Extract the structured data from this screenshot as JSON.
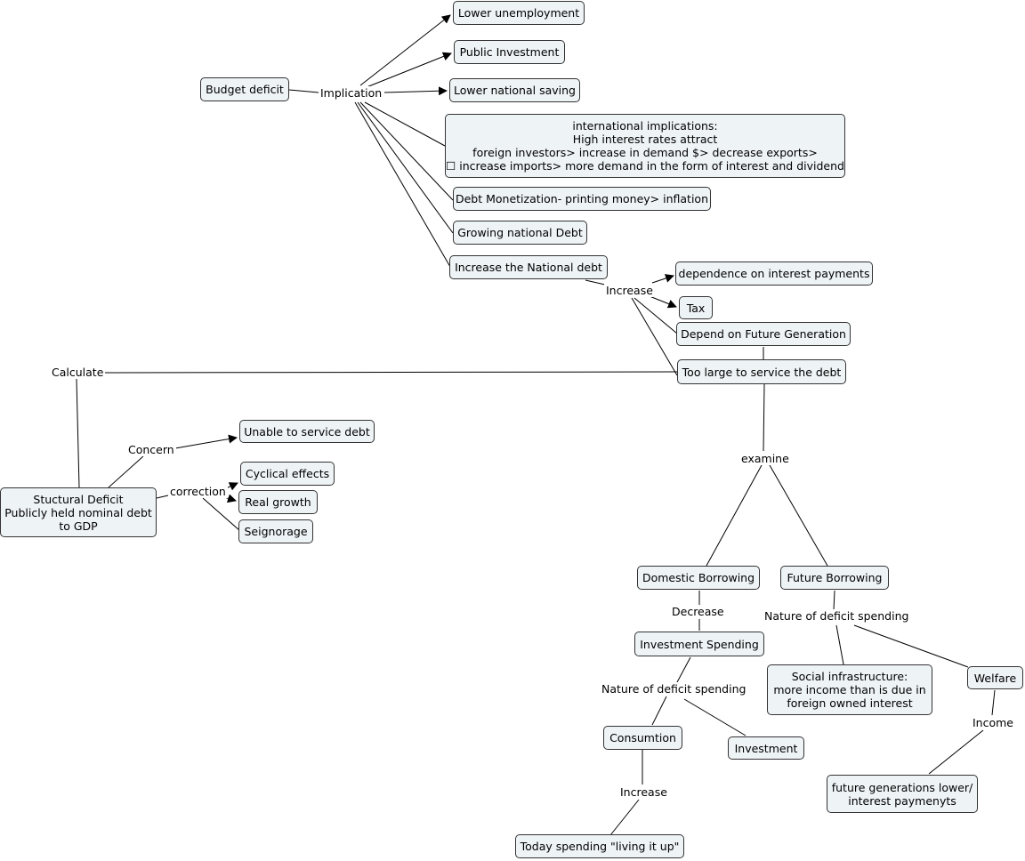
{
  "concepts": {
    "budget_deficit": "Budget deficit",
    "lower_unemployment": "Lower unemployment",
    "public_investment": "Public Investment",
    "lower_national_saving": "Lower national saving",
    "international": [
      "international implications:",
      "High interest rates attract",
      "foreign investors> increase in demand $> decrease exports>",
      "☐ increase imports> more demand in the form of interest and dividend"
    ],
    "debt_monetization": "Debt Monetization- printing money> inflation",
    "growing_national_debt": "Growing national Debt",
    "increase_national_debt": "Increase the National debt",
    "dependence_interest": "dependence on interest payments",
    "tax": "Tax",
    "depend_future_generation": "Depend on Future Generation",
    "too_large_service": "Too large to service the debt",
    "unable_service_debt": "Unable to service debt",
    "cyclical_effects": "Cyclical effects",
    "real_growth": "Real growth",
    "seignorage": "Seignorage",
    "structural_deficit": [
      "Stuctural Deficit",
      "Publicly held nominal debt",
      "to GDP"
    ],
    "domestic_borrowing": "Domestic Borrowing",
    "future_borrowing": "Future Borrowing",
    "investment_spending": "Investment Spending",
    "social_infrastructure": [
      "Social infrastructure:",
      "more income than is due in",
      "foreign owned interest"
    ],
    "welfare": "Welfare",
    "consumption": "Consumtion",
    "investment": "Investment",
    "future_generations": [
      "future generations lower/",
      "interest paymenyts"
    ],
    "today_spending": "Today spending \"living it up\""
  },
  "linking_phrases": {
    "implication": "Implication",
    "increase_top": "Increase",
    "calculate": "Calculate",
    "concern": "Concern",
    "correction": "correction",
    "examine": "examine",
    "decrease": "Decrease",
    "nature_right": "Nature of deficit spending",
    "nature_left": "Nature of deficit spending",
    "income": "Income",
    "increase_bottom": "Increase"
  }
}
